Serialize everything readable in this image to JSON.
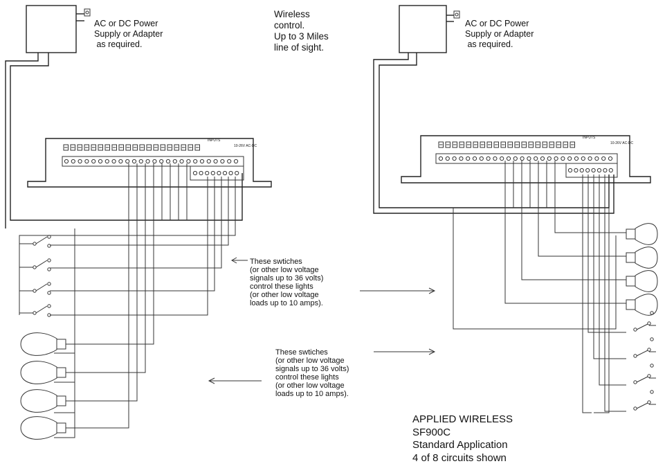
{
  "left_adapter": {
    "lines": [
      "AC or DC Power",
      "Supply or Adapter",
      " as required."
    ]
  },
  "right_adapter": {
    "lines": [
      "AC or DC Power",
      "Supply or Adapter",
      " as required."
    ]
  },
  "wireless_note": {
    "lines": [
      "Wireless",
      "control.",
      "Up to 3 Miles",
      "line of sight."
    ]
  },
  "note_top": {
    "lines": [
      "These swtiches",
      "(or other low voltage",
      "signals up to 36 volts)",
      "control these lights",
      "(or other low voltage",
      "loads up to 10 amps)."
    ]
  },
  "note_bottom": {
    "lines": [
      "These swtiches",
      "(or other low voltage",
      "signals up to 36 volts)",
      "control these lights",
      "(or other low voltage",
      "loads up to 10 amps)."
    ]
  },
  "board_labels": {
    "inputs": "INPUTS",
    "power": "10-26V AC-DC"
  },
  "title_block": {
    "lines": [
      "APPLIED WIRELESS",
      "SF900C",
      "Standard Application",
      "4 of 8 circuits shown"
    ]
  },
  "colors": {
    "ink": "#222222",
    "background": "#ffffff"
  }
}
